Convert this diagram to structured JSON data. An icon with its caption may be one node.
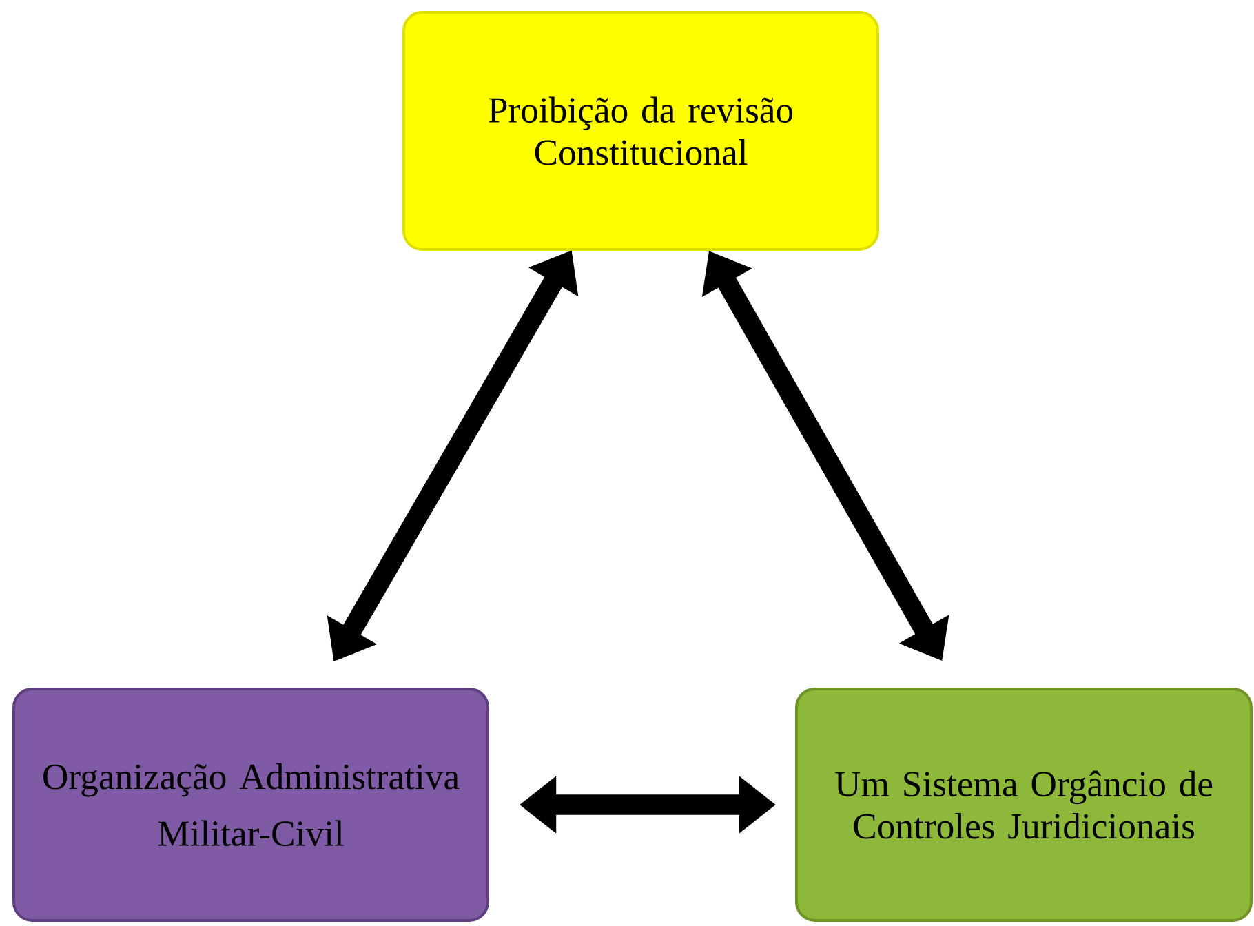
{
  "diagram": {
    "nodes": [
      {
        "text": [
          "Proibição da revisão Constitucional"
        ]
      },
      {
        "text": [
          "Organização Administrativa",
          "Militar-Civil"
        ]
      },
      {
        "text": [
          "Um Sistema Orgâncio de Controles Juridicionais"
        ]
      }
    ],
    "edges": [
      {
        "from": 0,
        "to": 1,
        "arrow": "both"
      },
      {
        "from": 0,
        "to": 2,
        "arrow": "both"
      },
      {
        "from": 1,
        "to": 2,
        "arrow": "both"
      }
    ]
  }
}
